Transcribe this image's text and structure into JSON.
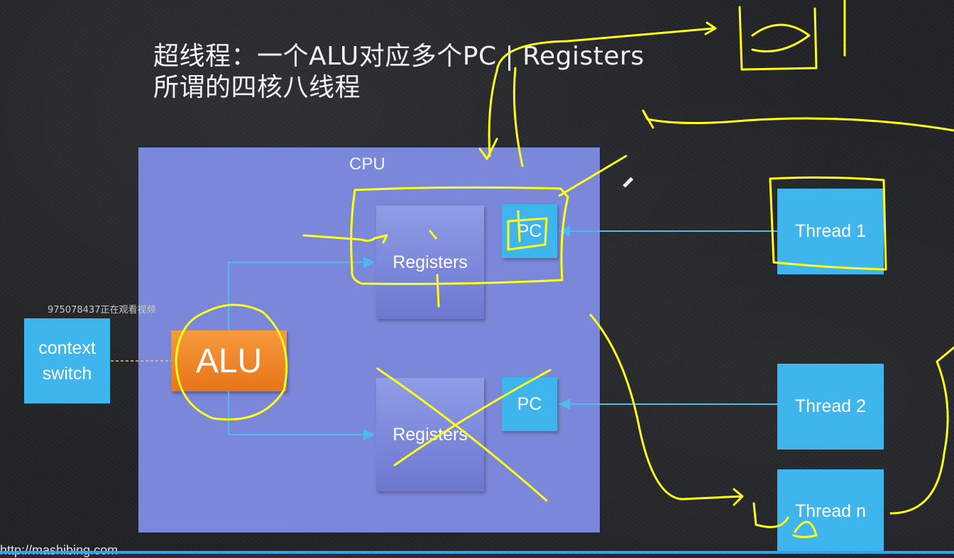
{
  "slide": {
    "title_line1": "超线程：一个ALU对应多个PC | Registers",
    "title_line2": "所谓的四核八线程"
  },
  "cpu": {
    "label": "CPU",
    "registers_top": "Registers",
    "pc_top": "PC",
    "registers_bottom": "Registers",
    "pc_bottom": "PC",
    "alu": "ALU"
  },
  "context_switch": {
    "line1": "context",
    "line2": "switch"
  },
  "threads": [
    {
      "label": "Thread 1"
    },
    {
      "label": "Thread 2"
    },
    {
      "label": "Thread n"
    }
  ],
  "watermark": "975078437正在观看视频",
  "url": "http://mashibing.com",
  "colors": {
    "cpu_fill": "#7b87d8",
    "box_blue": "#3fb5ee",
    "alu_orange": "#f08a2a",
    "annotation_yellow": "#ffff00",
    "connector_blue": "#4fb8f0"
  },
  "icons": [
    "pencil-cursor-icon"
  ]
}
